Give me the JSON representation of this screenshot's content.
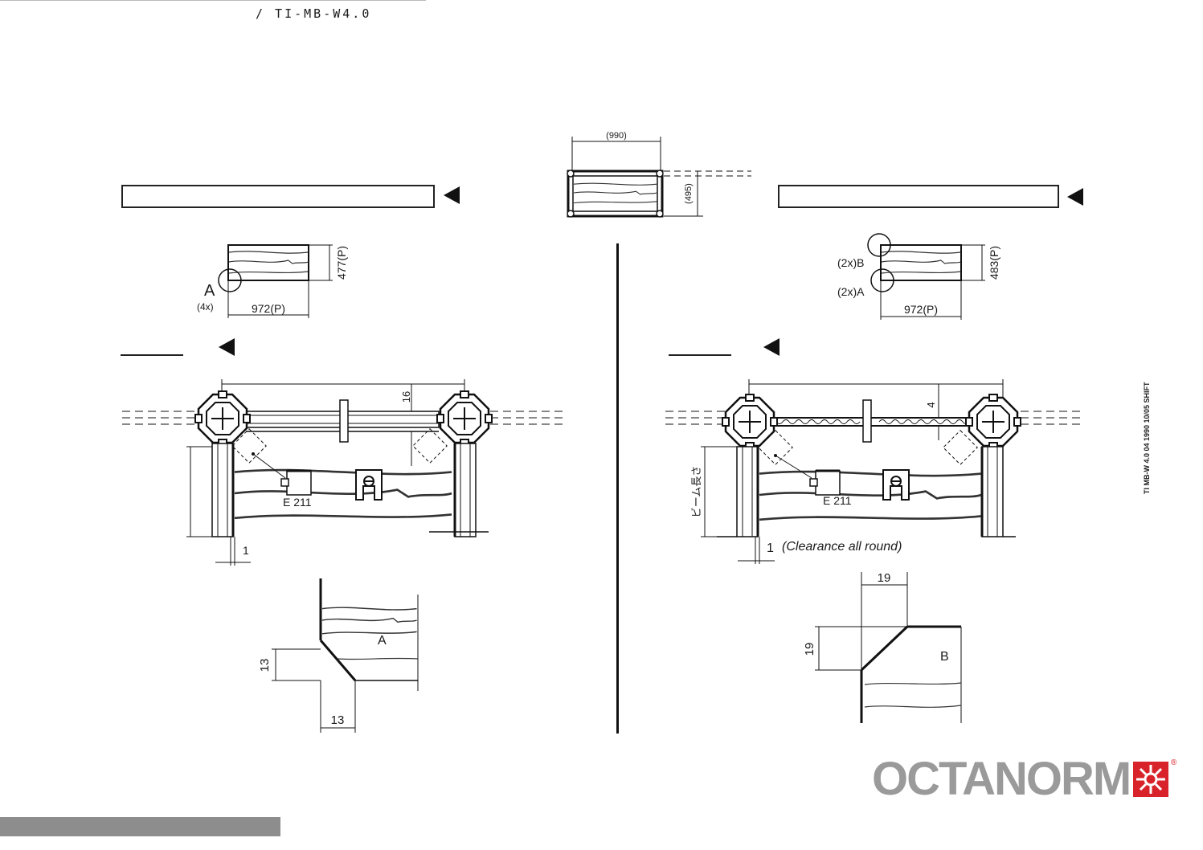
{
  "header": {
    "doc_code": "/ TI-MB-W4.0"
  },
  "overview": {
    "width_label": "(990)",
    "height_label": "(495)"
  },
  "left": {
    "panel_width": "972(P)",
    "panel_height": "477(P)",
    "detail_ref": "A",
    "detail_count": "(4x)",
    "dim_16": "16",
    "connector_code": "E 211",
    "gap": "1",
    "detail_label": "A",
    "chamfer_h": "13",
    "chamfer_w": "13"
  },
  "right": {
    "panel_width": "972(P)",
    "panel_height": "483(P)",
    "ref_b": "(2x)B",
    "ref_a": "(2x)A",
    "dim_4": "4",
    "connector_code": "E 211",
    "beam_length": "ビーム長さ",
    "gap": "1",
    "clearance": "(Clearance all round)",
    "chamfer_w": "19",
    "chamfer_h": "19",
    "detail_label": "B"
  },
  "side_text": "TI MB-W 4.0 04 1990 10/05 SHIFT",
  "logo": {
    "word": "OCTANORM",
    "reg": "®"
  },
  "colors": {
    "logo_grey": "#9a9a9a",
    "logo_red": "#d8232a",
    "bar_grey": "#8d8d8d"
  }
}
